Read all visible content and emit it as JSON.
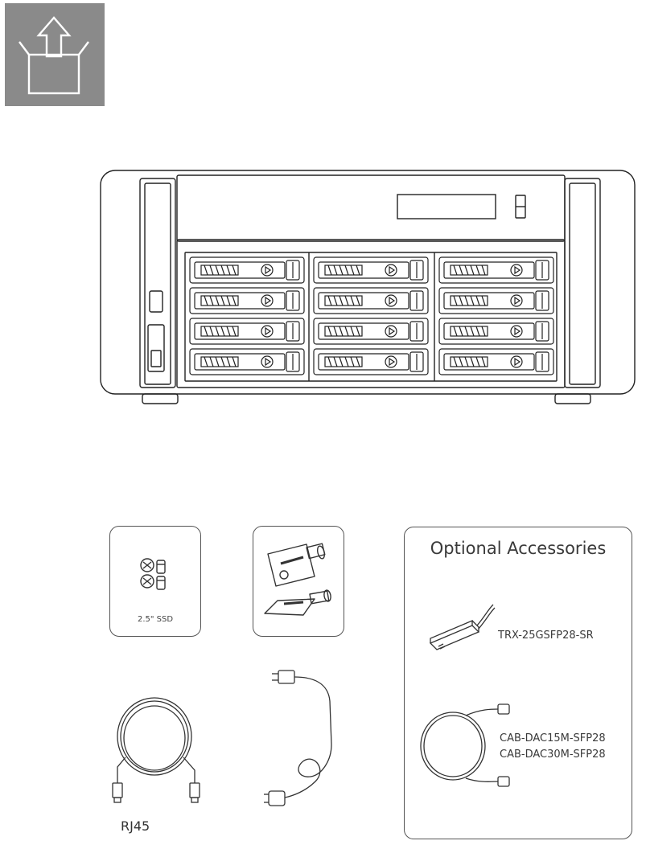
{
  "page": {
    "icon": "unbox-icon"
  },
  "device": {
    "drive_bays": 12
  },
  "accessories": {
    "screws_label": "2.5\" SSD",
    "rj45_label": "RJ45",
    "keys_icon": "key-icon",
    "power_icon": "power-cord-icon"
  },
  "optional": {
    "title": "Optional Accessories",
    "items": [
      {
        "label": "TRX-25GSFP28-SR"
      },
      {
        "label": "CAB-DAC15M-SFP28"
      },
      {
        "label": "CAB-DAC30M-SFP28"
      }
    ]
  },
  "colors": {
    "tile": "#8a8a8a",
    "line": "#333333"
  }
}
